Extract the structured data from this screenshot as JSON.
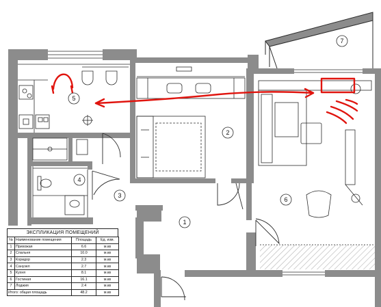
{
  "room_numbers": [
    "1",
    "2",
    "3",
    "4",
    "5",
    "6",
    "7"
  ],
  "explication": {
    "title": "ЭКСПЛИКАЦИЯ ПОМЕЩЕНИЙ",
    "headers": [
      "№",
      "Наименование помещения",
      "Площадь",
      "Ед. изм."
    ],
    "rows": [
      {
        "no": "1",
        "name": "Прихожая",
        "area": "6.6",
        "unit": "м.кв"
      },
      {
        "no": "2",
        "name": "Спальня",
        "area": "10.0",
        "unit": "м.кв"
      },
      {
        "no": "3",
        "name": "Коридор",
        "area": "2.3",
        "unit": "м.кв"
      },
      {
        "no": "4",
        "name": "Санузел",
        "area": "2.7",
        "unit": "м.кв"
      },
      {
        "no": "5",
        "name": "Кухня",
        "area": "8.1",
        "unit": "м.кв"
      },
      {
        "no": "6",
        "name": "Гостиная",
        "area": "16.1",
        "unit": "м.кв"
      },
      {
        "no": "7",
        "name": "Лоджия",
        "area": "2.4",
        "unit": "м.кв"
      }
    ],
    "total": {
      "label": "Итого: общая площадь",
      "area": "48.2",
      "unit": "м.кв"
    }
  },
  "colors": {
    "wall": "#8c8c8c",
    "line": "#2a2a2a",
    "annotation": "#e0140e",
    "hatch": "#b4b4b4"
  }
}
